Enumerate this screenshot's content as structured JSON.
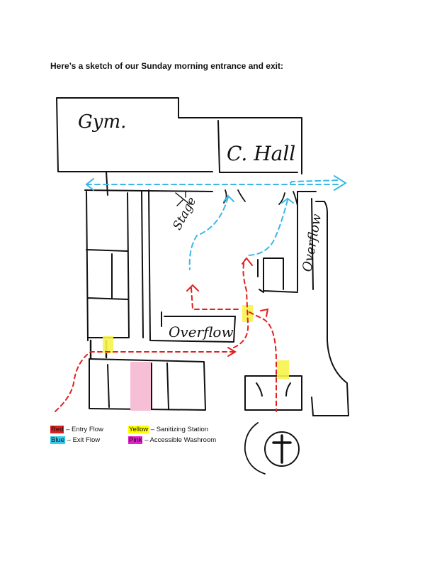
{
  "heading": "Here’s a sketch of our Sunday morning entrance and exit:",
  "sketch_labels": {
    "gym": "Gym.",
    "c_hall": "C. Hall",
    "stage": "Stage",
    "overflow_bottom": "Overflow",
    "overflow_right": "Overflow"
  },
  "legend": [
    {
      "key": "Red",
      "desc": "– Entry Flow",
      "color": "#e0211f"
    },
    {
      "key": "Yellow",
      "desc": "– Sanitizing Station",
      "color": "#ffff00"
    },
    {
      "key": "Blue",
      "desc": "– Exit Flow",
      "color": "#33ccee"
    },
    {
      "key": "Pink",
      "desc": "– Accessible Washroom",
      "color": "#e020c8"
    }
  ],
  "colors": {
    "entry_flow": "#e0211f",
    "exit_flow": "#3ab8e8",
    "sanitizing_station": "#f6f34a",
    "accessible_washroom": "#f6bfd6",
    "ink": "#111111"
  },
  "icons": [
    "cross-icon"
  ]
}
